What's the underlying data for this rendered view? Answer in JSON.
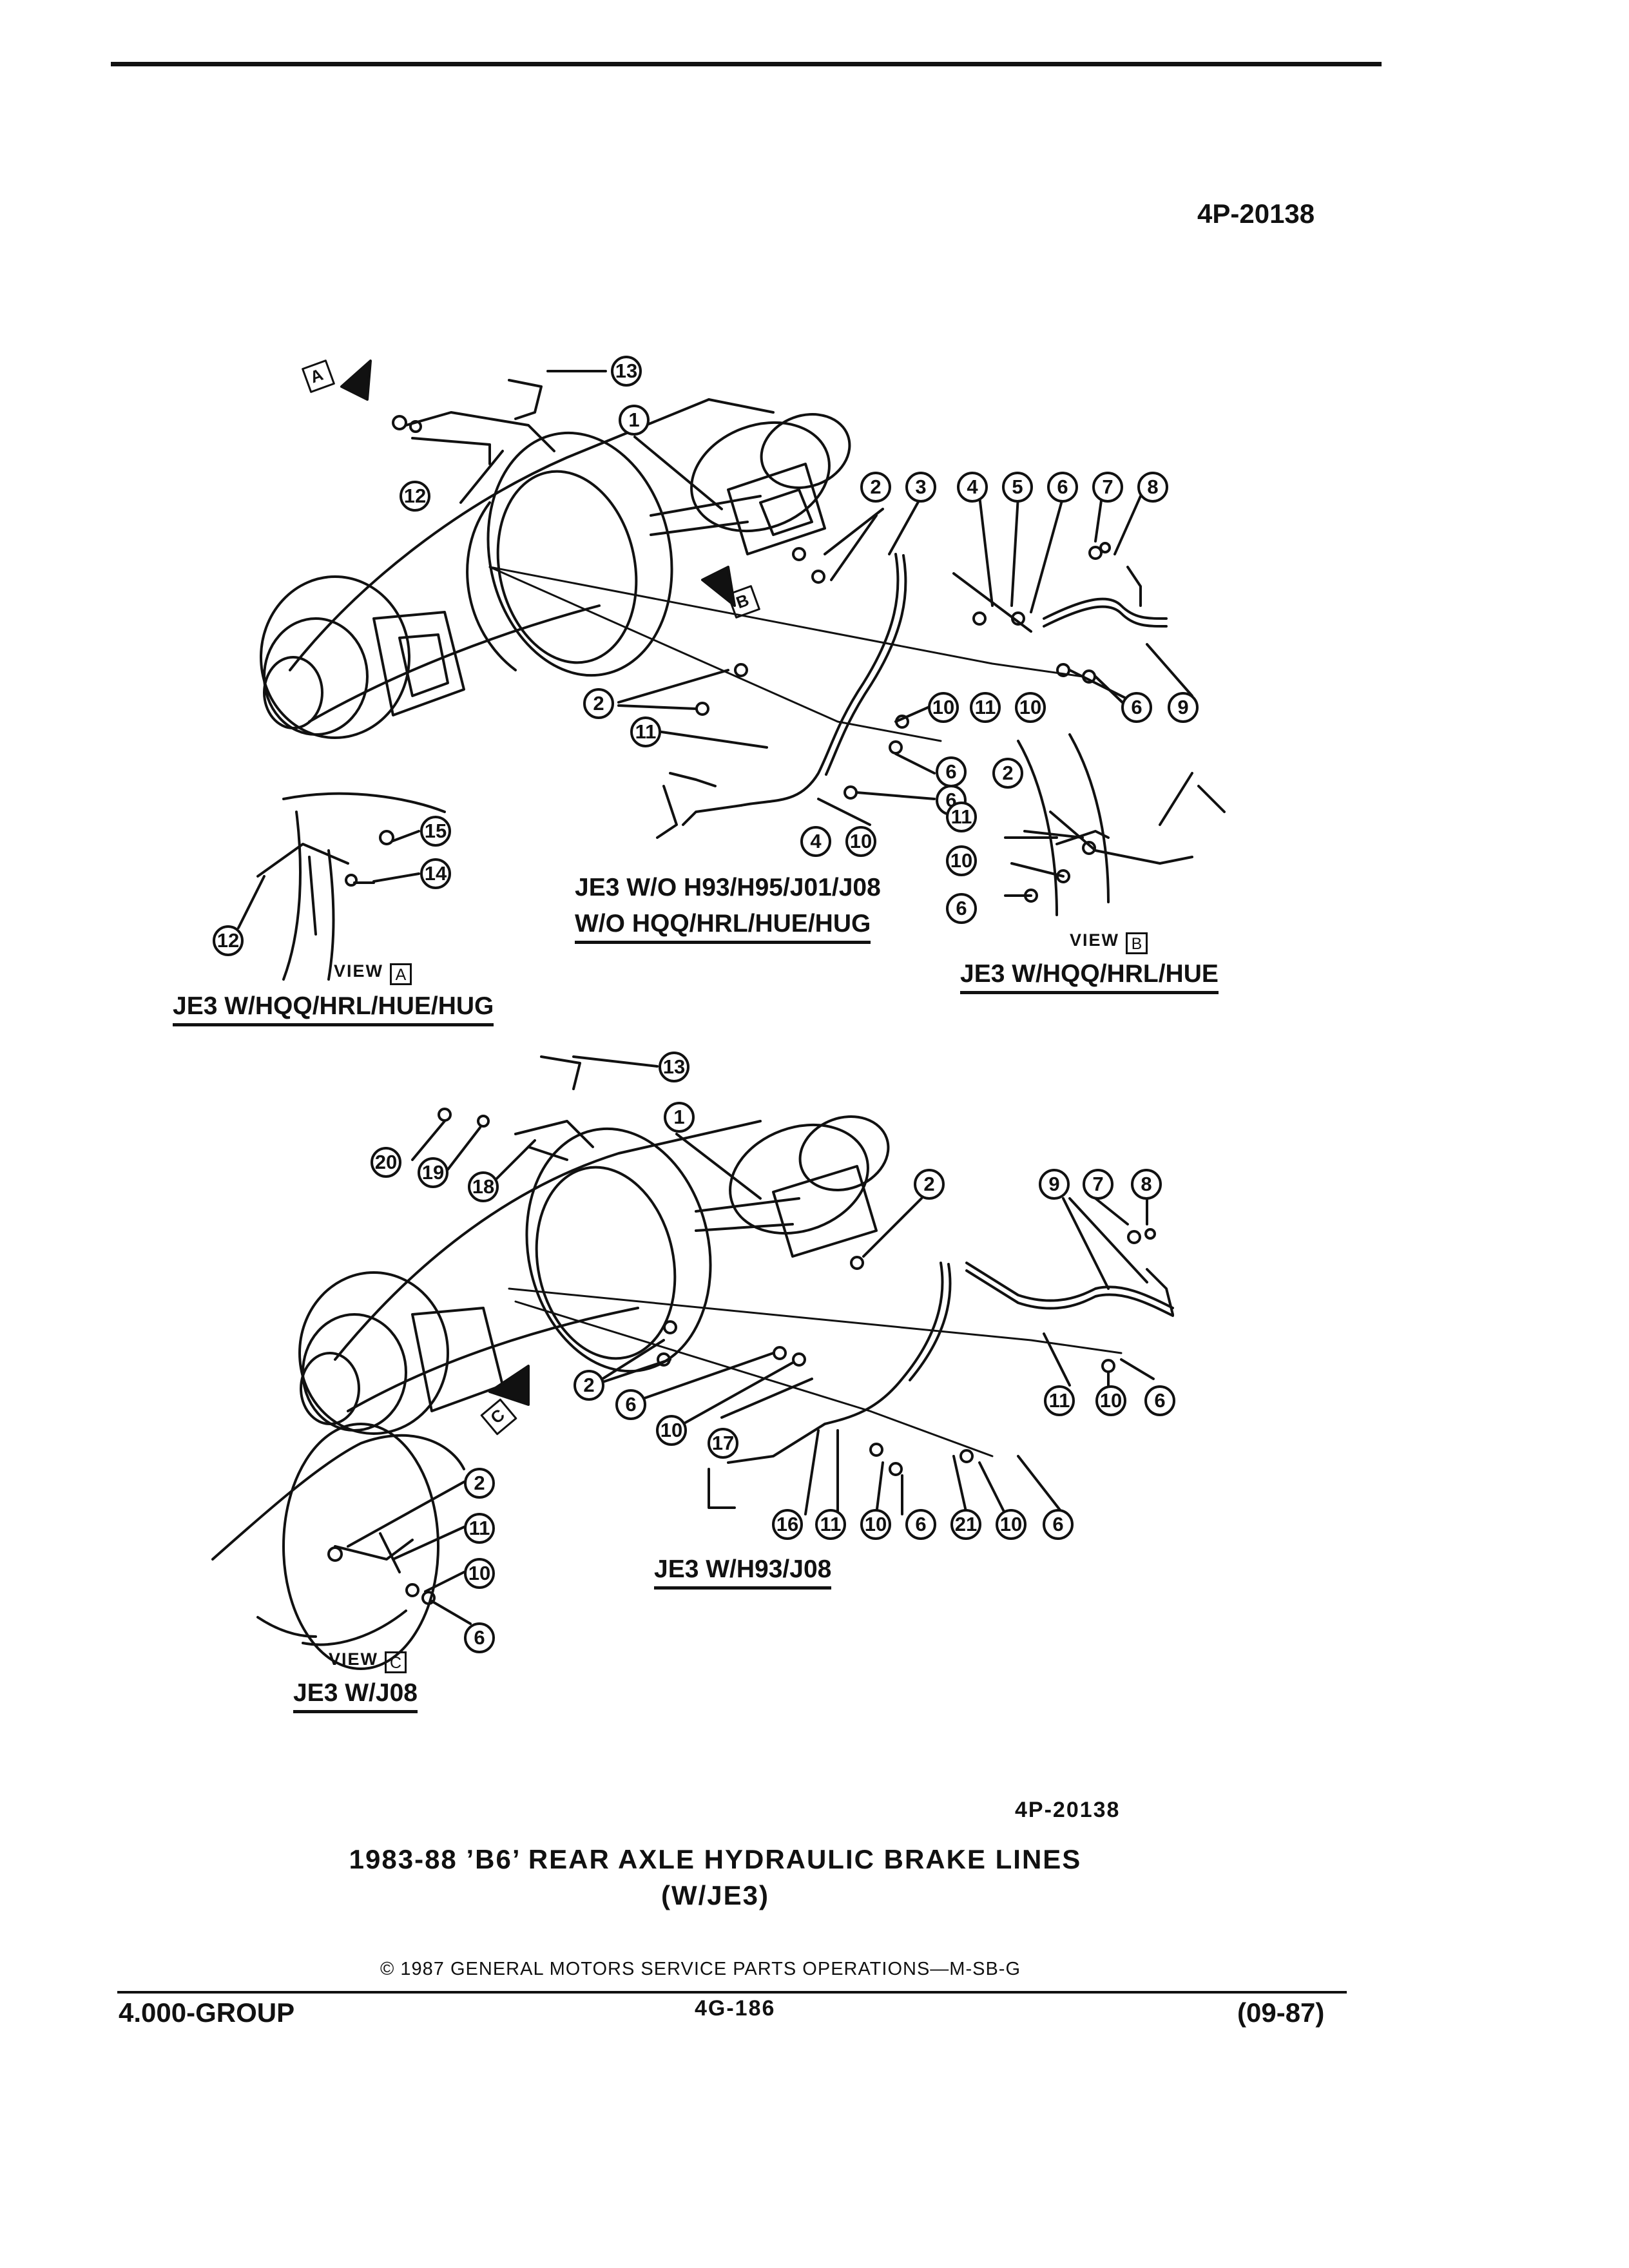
{
  "header": {
    "illustration_ref": "4P-20138"
  },
  "figure": {
    "illustration_ref": "4P-20138",
    "title_line1": "1983-88 ’B6’ REAR AXLE HYDRAULIC BRAKE LINES",
    "title_line2": "(W/JE3)"
  },
  "captions": {
    "upper_line1": "JE3 W/O H93/H95/J01/J08",
    "upper_line2": "W/O HQQ/HRL/HUE/HUG",
    "view_a_label": "VIEW",
    "view_a_letter": "A",
    "view_a_title": "JE3 W/HQQ/HRL/HUE/HUG",
    "view_b_label": "VIEW",
    "view_b_letter": "B",
    "view_b_title": "JE3 W/HQQ/HRL/HUE",
    "lower_caption": "JE3 W/H93/J08",
    "view_c_label": "VIEW",
    "view_c_letter": "C",
    "view_c_title": "JE3 W/J08"
  },
  "view_arrows": {
    "a": "A",
    "b": "B",
    "c": "C"
  },
  "callouts": {
    "upper": [
      "13",
      "1",
      "12",
      "2",
      "3",
      "4",
      "5",
      "6",
      "7",
      "8",
      "2",
      "10",
      "11",
      "10",
      "6",
      "9",
      "11",
      "6",
      "6",
      "4",
      "10"
    ],
    "view_a": [
      "15",
      "14",
      "12"
    ],
    "view_b": [
      "2",
      "11",
      "10",
      "6"
    ],
    "lower": [
      "13",
      "1",
      "20",
      "19",
      "18",
      "2",
      "9",
      "7",
      "8",
      "2",
      "6",
      "10",
      "17",
      "11",
      "10",
      "6",
      "16",
      "11",
      "10",
      "6",
      "21",
      "10",
      "6"
    ],
    "view_c": [
      "2",
      "11",
      "10",
      "6"
    ]
  },
  "footer": {
    "copyright": "© 1987 GENERAL MOTORS SERVICE PARTS OPERATIONS—M-SB-G",
    "group": "4.000-GROUP",
    "page": "4G-186",
    "date": "(09-87)"
  }
}
